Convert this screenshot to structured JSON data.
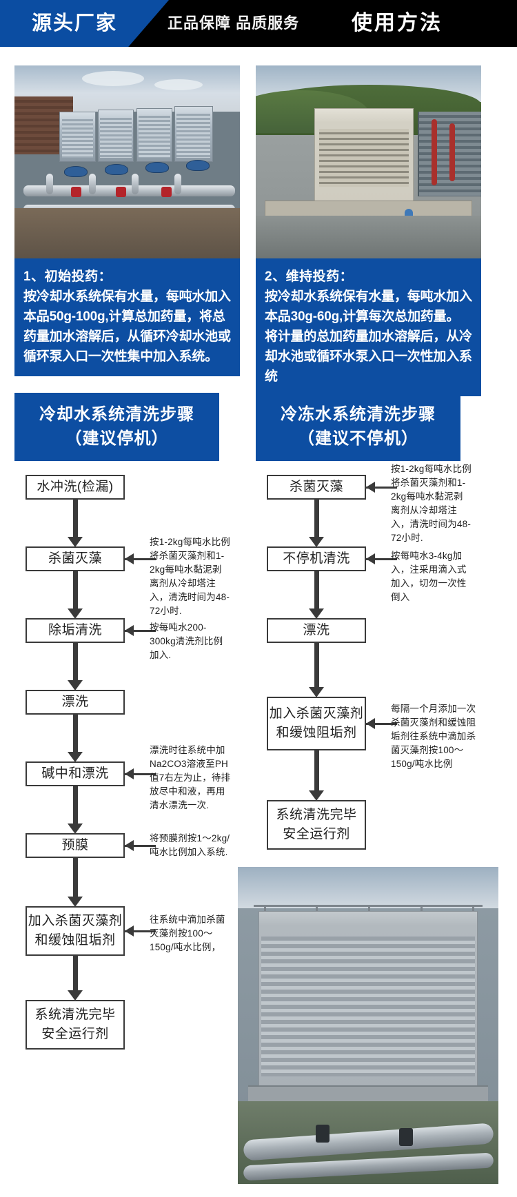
{
  "banner": {
    "blue_tag": "源头厂家",
    "subtitle": "正品保障 品质服务",
    "title": "使用方法"
  },
  "cards": [
    {
      "photo_name": "heat-pump-units-photo",
      "title": "1、初始投药：",
      "body": "按冷却水系统保有水量，每吨水加入本品50g-100g,计算总加药量，将总药量加水溶解后，从循环冷却水池或循环泵入口一次性集中加入系统。"
    },
    {
      "photo_name": "cooling-tower-photo",
      "title": "2、维持投药：",
      "body": "按冷却水系统保有水量，每吨水加入本品30g-60g,计算每次总加药量。将计量的总加药量加水溶解后，从冷却水池或循环水泵入口一次性加入系统"
    }
  ],
  "flow_left": {
    "head_line1": "冷却水系统清洗步骤",
    "head_line2": "（建议停机）",
    "nodes": [
      "水冲洗(检漏)",
      "杀菌灭藻",
      "除垢清洗",
      "漂洗",
      "碱中和漂洗",
      "预膜",
      "加入杀菌灭藻剂\n和缓蚀阻垢剂",
      "系统清洗完毕\n安全运行剂"
    ],
    "node_lines": [
      [
        "水冲洗(检漏)"
      ],
      [
        "杀菌灭藻"
      ],
      [
        "除垢清洗"
      ],
      [
        "漂洗"
      ],
      [
        "碱中和漂洗"
      ],
      [
        "预膜"
      ],
      [
        "加入杀菌灭藻剂",
        "和缓蚀阻垢剂"
      ],
      [
        "系统清洗完毕",
        "安全运行剂"
      ]
    ],
    "annotations": [
      "按1-2kg每吨水比例将杀菌灭藻剂和1-2kg每吨水黏泥剥离剂从冷却塔注入，清洗时间为48-72小时.",
      "按每吨水200-300kg清洗剂比例加入.",
      "漂洗时往系统中加Na2CO3溶液至PH值7右左为止，待排放尽中和液，再用清水漂洗一次.",
      "将预膜剂按1～2kg/吨水比例加入系统.",
      "往系统中滴加杀菌灭藻剂按100～150g/吨水比例，"
    ]
  },
  "flow_right": {
    "head_line1": "冷冻水系统清洗步骤",
    "head_line2": "（建议不停机）",
    "node_lines": [
      [
        "杀菌灭藻"
      ],
      [
        "不停机清洗"
      ],
      [
        "漂洗"
      ],
      [
        "加入杀菌灭藻剂",
        "和缓蚀阻垢剂"
      ],
      [
        "系统清洗完毕",
        "安全运行剂"
      ]
    ],
    "annotations": [
      "按1-2kg每吨水比例将杀菌灭藻剂和1-2kg每吨水黏泥剥离剂从冷却塔注入，清洗时间为48-72小时.",
      "按每吨水3-4kg加入，注采用滴入式加入，切勿一次性倒入",
      "每隔一个月添加一次杀菌灭藻剂和缓蚀阻垢剂往系统中滴加杀菌灭藻剂按100～150g/吨水比例"
    ]
  },
  "bottom_photo_name": "industrial-cooling-tower-photo",
  "colors": {
    "brand_blue": "#0d4ea2",
    "banner_black": "#000000",
    "node_border": "#3a3a3a"
  }
}
